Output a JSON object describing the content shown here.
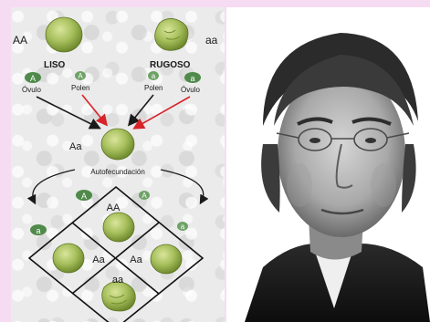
{
  "diagram": {
    "parent_dominant_genotype": "AA",
    "parent_recessive_genotype": "aa",
    "parent_dominant_label": "LISO",
    "parent_recessive_label": "RUGOSO",
    "allele_dominant": "A",
    "allele_recessive": "a",
    "ovule_label": "Óvulo",
    "pollen_label": "Polen",
    "f1_genotype": "Aa",
    "self_fertilization_label": "Autofecundación",
    "punnett": {
      "top": "AA",
      "left": "Aa",
      "right": "Aa",
      "bottom": "aa"
    },
    "colors": {
      "pea_green": "#a6bf5c",
      "allele_badge": "#4f8a4a",
      "pollen_arrow": "#d8232a",
      "ovule_arrow": "#1a1a1a"
    }
  },
  "portrait": {
    "icon": "portrait-photo"
  }
}
